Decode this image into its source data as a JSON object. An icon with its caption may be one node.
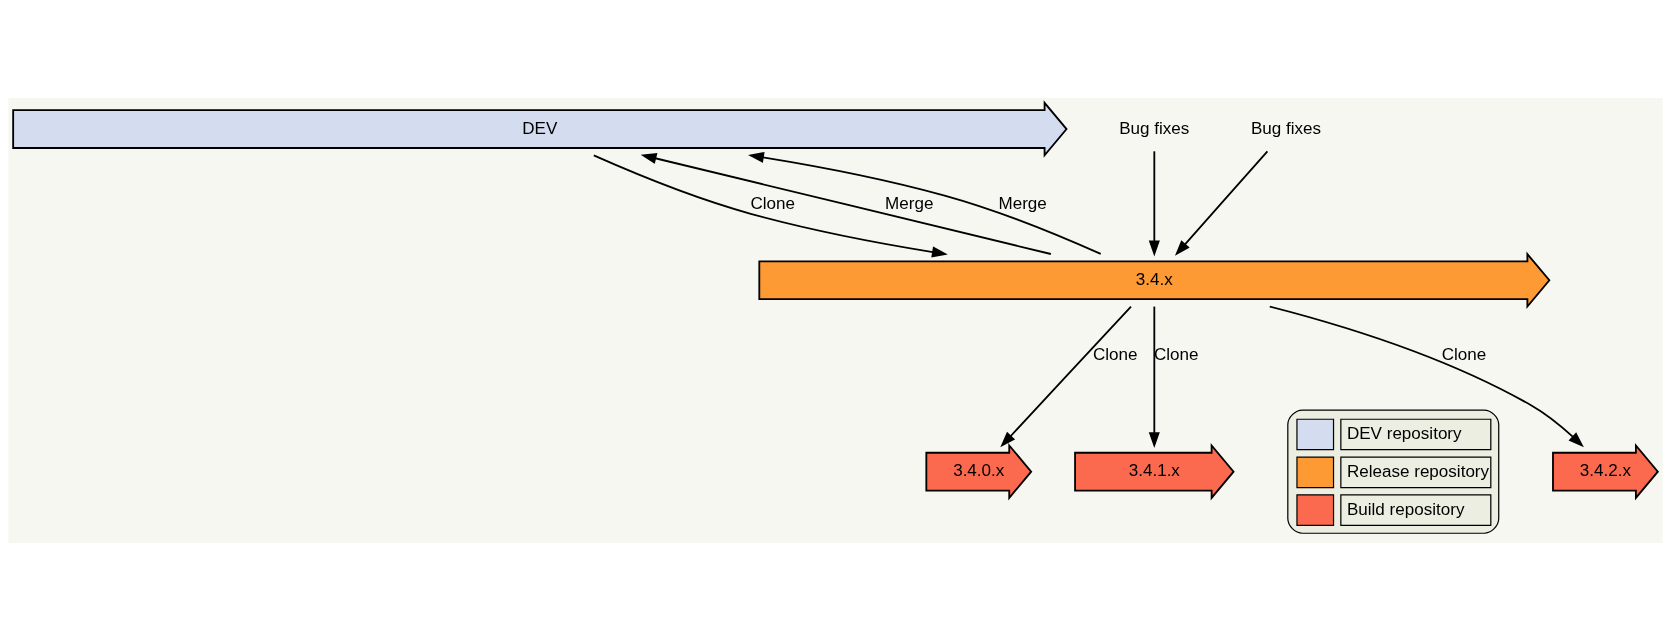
{
  "diagram": {
    "nodes": [
      {
        "text": [
          "DEV"
        ]
      },
      {
        "text": [
          "Bug fixes"
        ]
      },
      {
        "text": [
          "Bug fixes"
        ]
      },
      {
        "text": [
          "3.4.x"
        ]
      },
      {
        "text": [
          "3.4.0.x"
        ]
      },
      {
        "text": [
          "3.4.1.x"
        ]
      },
      {
        "text": [
          "3.4.2.x"
        ]
      }
    ],
    "edges": [
      {
        "from": 0,
        "to": 3,
        "arrow": "to",
        "label": "Clone"
      },
      {
        "from": 1,
        "to": 3,
        "arrow": "to"
      },
      {
        "from": 2,
        "to": 3,
        "arrow": "to"
      },
      {
        "from": 3,
        "to": 0,
        "arrow": "to",
        "label": "Merge"
      },
      {
        "from": 3,
        "to": 0,
        "arrow": "to",
        "label": "Merge"
      },
      {
        "from": 3,
        "to": 4,
        "arrow": "to",
        "label": "Clone"
      },
      {
        "from": 3,
        "to": 5,
        "arrow": "to",
        "label": "Clone"
      },
      {
        "from": 3,
        "to": 6,
        "arrow": "to",
        "label": "Clone"
      }
    ],
    "legend": [
      {
        "text": "DEV repository",
        "color": "#d3ddef"
      },
      {
        "text": "Release repository",
        "color": "#fd9a33"
      },
      {
        "text": "Build repository",
        "color": "#fb6a4e"
      }
    ]
  }
}
